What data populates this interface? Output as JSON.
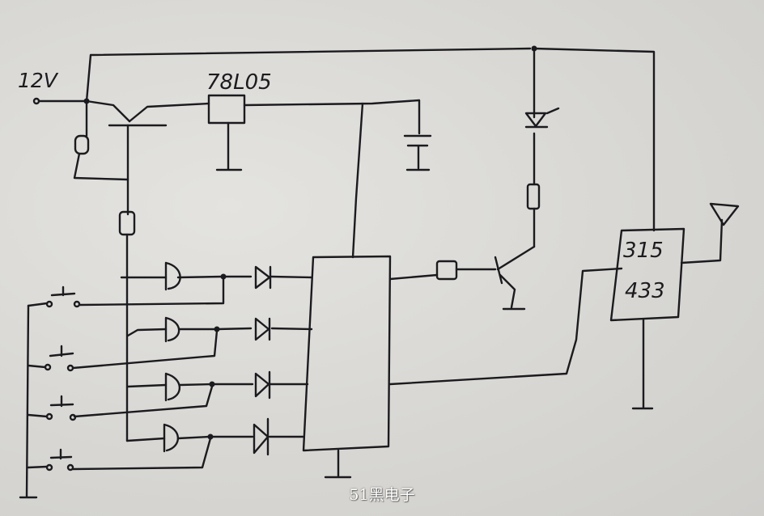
{
  "labels": {
    "supply": "12V",
    "regulator": "78L05",
    "rf_module_line1": "315",
    "rf_module_line2": "433"
  },
  "watermark": "51黑电子",
  "colors": {
    "paper": "#d9d8d4",
    "ink": "#1b1b1f"
  }
}
